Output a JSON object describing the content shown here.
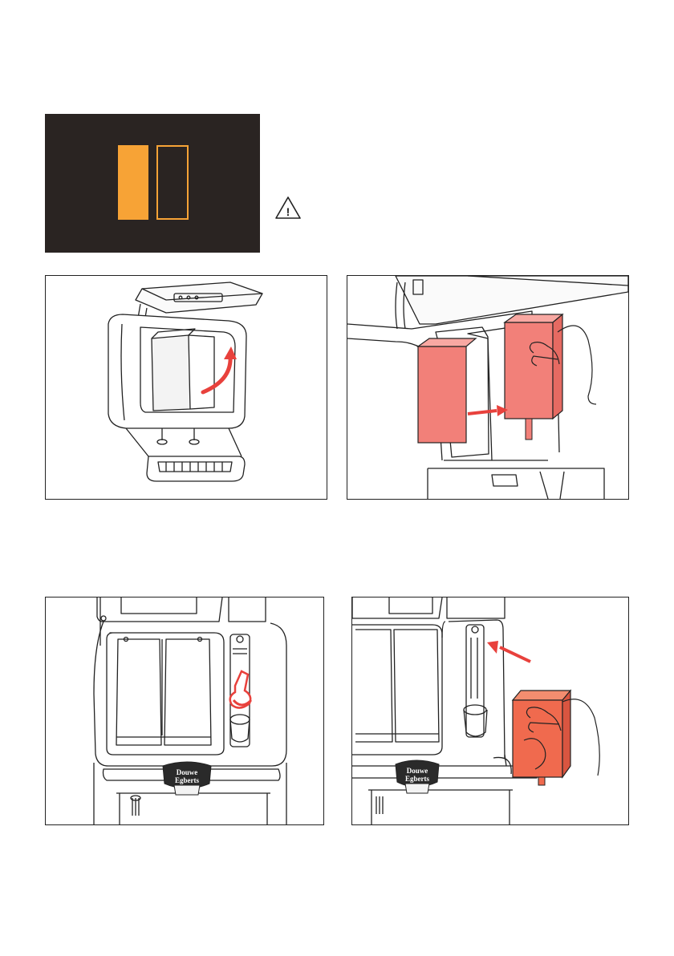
{
  "display": {
    "slot_fill_color": "#f7a336",
    "slot_outline_color": "#f7a336",
    "panel_color": "#2a2422",
    "slots": [
      {
        "state": "filled"
      },
      {
        "state": "outline"
      }
    ]
  },
  "warning": {
    "icon": "warning-triangle-icon",
    "glyph": "!"
  },
  "figures": [
    {
      "id": "open-lid-lift-canister",
      "accent": "#e8413c"
    },
    {
      "id": "remove-canister",
      "accent": "#f28079"
    },
    {
      "id": "canister-compartment-view",
      "accent": "#e8413c"
    },
    {
      "id": "remove-ingredient-unit",
      "accent": "#f06a4e"
    }
  ],
  "brand": {
    "line1": "Douwe",
    "line2": "Egberts"
  }
}
